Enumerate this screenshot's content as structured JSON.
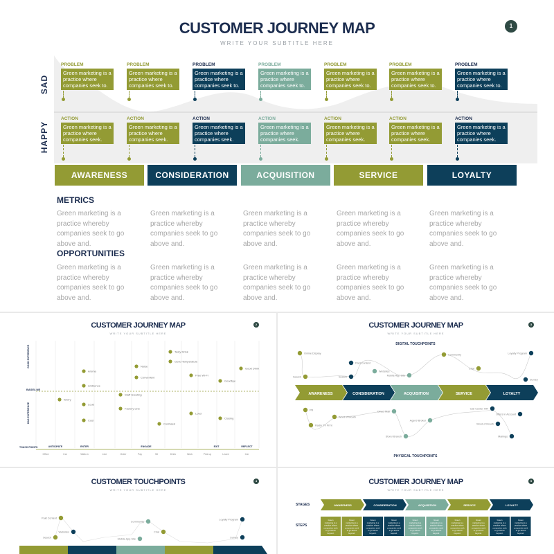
{
  "colors": {
    "olive": "#939b34",
    "navy": "#0d3f5a",
    "teal": "#7bac9c",
    "text": "#1c2d4f"
  },
  "main": {
    "title": "CUSTOMER JOURNEY MAP",
    "subtitle": "WRITE YOUR SUBTITLE HERE",
    "page_number": "1",
    "sad_label": "SAD",
    "happy_label": "HAPPY",
    "problems": [
      {
        "label": "PROBLEM",
        "text": "Green marketing is a practice where companies seek to.",
        "color": "olive"
      },
      {
        "label": "PROBLEM",
        "text": "Green marketing is a practice where companies seek to.",
        "color": "olive"
      },
      {
        "label": "PROBLEM",
        "text": "Green marketing is a practice where companies seek to.",
        "color": "navy"
      },
      {
        "label": "PROBLEM",
        "text": "Green marketing is a practice where companies seek to.",
        "color": "teal"
      },
      {
        "label": "PROBLEM",
        "text": "Green marketing is a practice where companies seek to.",
        "color": "olive"
      },
      {
        "label": "PROBLEM",
        "text": "Green marketing is a practice where companies seek to.",
        "color": "olive"
      },
      {
        "label": "PROBLEM",
        "text": "Green marketing is a practice where companies seek to.",
        "color": "navy"
      }
    ],
    "actions": [
      {
        "label": "ACTION",
        "text": "Green marketing is a practice where companies seek.",
        "color": "olive"
      },
      {
        "label": "ACTION",
        "text": "Green marketing is a practice where companies seek.",
        "color": "olive"
      },
      {
        "label": "ACTION",
        "text": "Green marketing is a practice where companies seek.",
        "color": "navy"
      },
      {
        "label": "ACTION",
        "text": "Green marketing is a practice where companies seek.",
        "color": "teal"
      },
      {
        "label": "ACTION",
        "text": "Green marketing is a practice where companies seek.",
        "color": "olive"
      },
      {
        "label": "ACTION",
        "text": "Green marketing is a practice where companies seek.",
        "color": "olive"
      },
      {
        "label": "ACTION",
        "text": "Green marketing is a practice where companies seek.",
        "color": "navy"
      }
    ],
    "stages": [
      {
        "label": "AWARENESS",
        "color": "olive"
      },
      {
        "label": "CONSIDERATION",
        "color": "navy"
      },
      {
        "label": "ACQUISITION",
        "color": "teal"
      },
      {
        "label": "SERVICE",
        "color": "olive"
      },
      {
        "label": "LOYALTY",
        "color": "navy"
      }
    ],
    "metrics_heading": "METRICS",
    "opportunities_heading": "OPPORTUNITIES",
    "body_text": "Green marketing is a practice whereby companies seek to go above and."
  },
  "slide2": {
    "title": "CUSTOMER JOURNEY MAP",
    "subtitle": "WRITE YOUR SUBTITLE HERE",
    "page_number": "2",
    "good_label": "GOOD EXPERIENCE",
    "baseline_label": "BASELINE",
    "bad_label": "BAD EXPERIENCE",
    "touch_label": "TOUCH POINTS",
    "phases": [
      "ANTICIPATE",
      "ENTER",
      "ENGAGE",
      "EXIT",
      "REFLECT"
    ],
    "touchpoints": [
      "Office",
      "Car",
      "Walk-in",
      "Line",
      "Order",
      "Pay",
      "Sit",
      "Drink",
      "Work",
      "Pick up",
      "Leave",
      "Car"
    ],
    "points": [
      {
        "label": "Worry"
      },
      {
        "label": "Aroma"
      },
      {
        "label": "Ambience"
      },
      {
        "label": "Loud"
      },
      {
        "label": "Cost"
      },
      {
        "label": "Noise"
      },
      {
        "label": "Convenient"
      },
      {
        "label": "Staff Greeting"
      },
      {
        "label": "Factory Line"
      },
      {
        "label": "Tasty Drink"
      },
      {
        "label": "Good Temperature"
      },
      {
        "label": "Confused"
      },
      {
        "label": "Free Wi-Fi"
      },
      {
        "label": "Loud"
      },
      {
        "label": "Goodbye"
      },
      {
        "label": "Closing"
      },
      {
        "label": "Good Drink"
      }
    ]
  },
  "slide3": {
    "title": "CUSTOMER JOURNEY MAP",
    "subtitle": "WRITE YOUR SUBTITLE HERE",
    "page_number": "3",
    "digital_label": "DIGITAL TOUCHPOINTS",
    "physical_label": "PHYSICAL TOUCHPOINTS",
    "stages": [
      "AWARENESS",
      "CONSIDERATION",
      "ACQUISITION",
      "SERVICE",
      "LOYALTY"
    ],
    "digital": [
      "Online Display",
      "Search",
      "Paid Content",
      "Search",
      "Websites",
      "Mobile App Site",
      "Community",
      "Chat",
      "Survey",
      "Loyalty Program"
    ],
    "physical": [
      "PR",
      "Radio TV Print",
      "Word of Mouth",
      "Direct Mail",
      "Store/ Branch",
      "Agent/ Broker",
      "Call Center IVR",
      "Offers in Account",
      "Word of Mouth",
      "Mailings"
    ]
  },
  "slide4": {
    "title": "CUSTOMER TOUCHPOINTS",
    "subtitle": "WRITE YOUR SUBTITLE HERE",
    "page_number": "4",
    "labels": [
      "Paid Content",
      "Search",
      "Websites",
      "Community",
      "Mobile App Site",
      "Chat",
      "Loyalty Program",
      "Survey"
    ]
  },
  "slide5": {
    "title": "CUSTOMER JOURNEY MAP",
    "subtitle": "WRITE YOUR SUBTITLE HERE",
    "page_number": "5",
    "stages_label": "STAGES",
    "steps_label": "STEPS",
    "stages": [
      "AWARENESS",
      "CONSIDERATION",
      "ACQUISITION",
      "SERVICE",
      "LOYALTY"
    ],
    "step_text": "Green marketing is a practice where companies seek to go above beyond."
  }
}
